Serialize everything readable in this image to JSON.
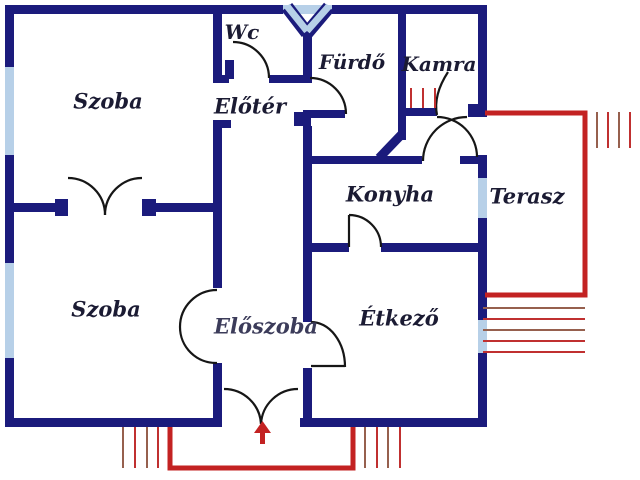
{
  "plan": {
    "title": "floor-plan",
    "colors": {
      "wall": "#1b1b7c",
      "window": "#b7d0e8",
      "door": "#161616",
      "terrace": "#c32222",
      "hatch_red": "#c03030",
      "hatch_brown": "#96604e",
      "label": "#1b1b33",
      "background": "#ffffff"
    },
    "rooms": {
      "szoba_top": {
        "label": "Szoba"
      },
      "wc": {
        "label": "Wc"
      },
      "furdo": {
        "label": "Fürdő"
      },
      "kamra": {
        "label": "Kamra"
      },
      "eloter": {
        "label": "Előtér"
      },
      "konyha": {
        "label": "Konyha"
      },
      "terasz": {
        "label": "Terasz"
      },
      "szoba_bottom": {
        "label": "Szoba"
      },
      "eloszoba": {
        "label": "Előszoba"
      },
      "etkezo": {
        "label": "Étkező"
      }
    }
  }
}
